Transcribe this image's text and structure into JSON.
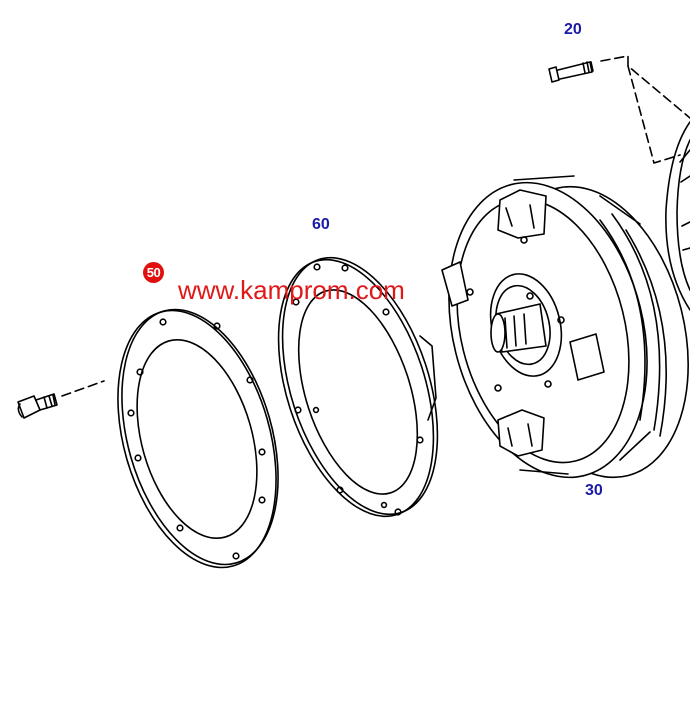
{
  "callouts": {
    "bolt_top": "20",
    "converter": "30",
    "gasket": "50",
    "plate": "60"
  },
  "watermark": "www.kamprom.com",
  "colors": {
    "callout": "#1a1aa6",
    "highlight": "#e01010",
    "watermark": "#e01818",
    "line": "#000000"
  }
}
